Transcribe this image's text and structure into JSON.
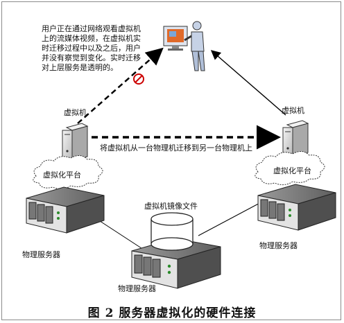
{
  "annotation": "用户正在通过网络观看虚拟机\n上的流媒体视频，在虚拟机实\n时迁移过程中以及之后，用户\n并没有察觉到变化。实时迁移\n对上层服务是透明的。",
  "nodes": {
    "vm_left": "虚拟机",
    "vm_right": "虚拟机",
    "platform_left": "虚拟化平台",
    "platform_right": "虚拟化平台",
    "server_left": "物理服务器",
    "server_right": "物理服务器",
    "server_bottom": "物理服务器",
    "image_file": "虚拟机镜像文件"
  },
  "edges": {
    "migration": "将虚拟机从一台物理机迁移到另一台物理机上"
  },
  "caption": "图 2   服务器虚拟化的硬件连接"
}
